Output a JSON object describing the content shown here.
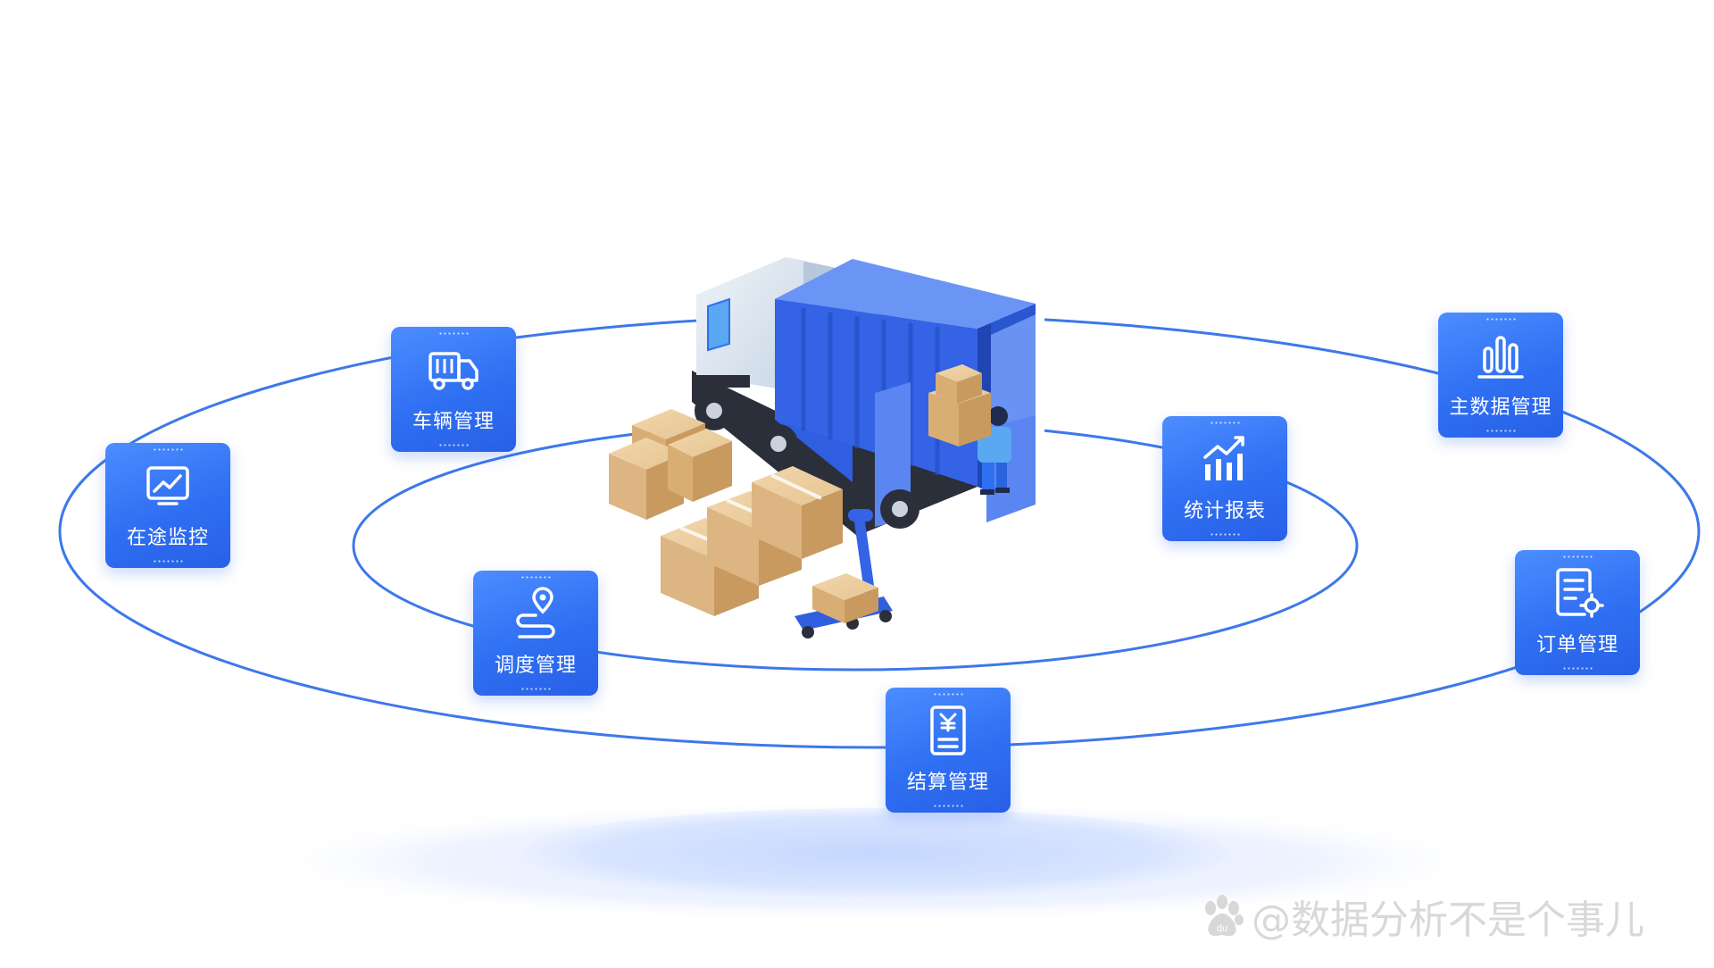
{
  "modules": {
    "monitor": "在途监控",
    "vehicle": "车辆管理",
    "dispatch": "调度管理",
    "settle": "结算管理",
    "stats": "统计报表",
    "master": "主数据管理",
    "order": "订单管理"
  },
  "icons": {
    "monitor": "line-chart-monitor-icon",
    "vehicle": "truck-icon",
    "dispatch": "route-pin-icon",
    "settle": "yuan-receipt-icon",
    "stats": "bar-chart-trend-icon",
    "master": "bar-chart-icon",
    "order": "document-gear-icon"
  },
  "watermark": {
    "text": "@数据分析不是个事儿"
  },
  "colors": {
    "module_blue": "#2f6ff2",
    "ring_blue": "#3d78ea",
    "truck_blue": "#2f5fe0",
    "box_tan": "#dcb582",
    "watermark_gray": "#d8d8d8"
  }
}
